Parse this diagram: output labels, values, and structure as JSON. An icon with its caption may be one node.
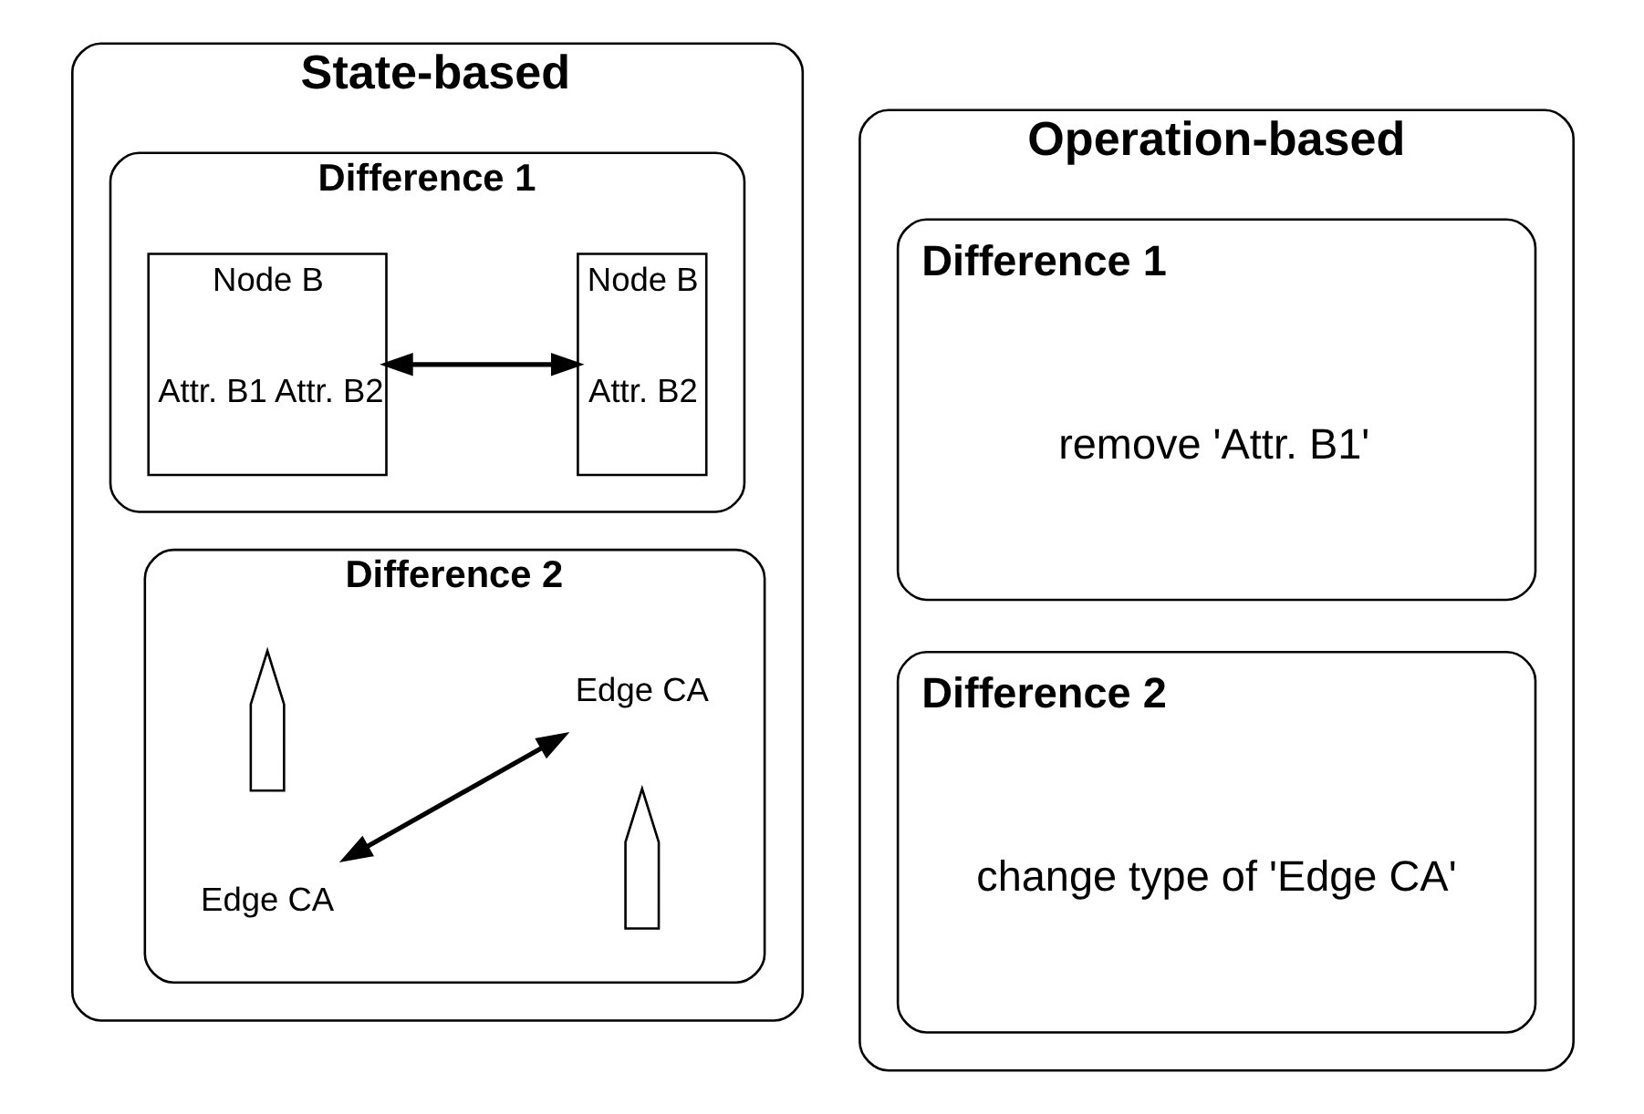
{
  "diagram": {
    "nodes": [
      {
        "text": [
          "State-based"
        ]
      },
      {
        "text": [
          "Difference 1"
        ],
        "in": 0
      },
      {
        "text": [
          "Node B",
          "Attr. B1 Attr. B2"
        ],
        "in": 1
      },
      {
        "text": [
          "Node B",
          "Attr. B2"
        ],
        "in": 1
      },
      {
        "text": [
          "Difference 2"
        ],
        "in": 0
      },
      {
        "text": [],
        "shape": "arrow",
        "in": 4
      },
      {
        "text": [
          "Edge CA"
        ],
        "in": 4
      },
      {
        "text": [],
        "shape": "arrow",
        "in": 4
      },
      {
        "text": [
          "Edge CA"
        ],
        "in": 4
      },
      {
        "text": [
          "Operation-based"
        ]
      },
      {
        "text": [
          "Difference 1",
          "remove 'Attr. B1'"
        ],
        "in": 9
      },
      {
        "text": [
          "Difference 2",
          "change type of 'Edge CA'"
        ],
        "in": 9
      }
    ],
    "edges": [
      {
        "from": 2,
        "to": 3,
        "arrow": "both"
      },
      {
        "from": 6,
        "to": 8,
        "arrow": "both"
      }
    ]
  }
}
